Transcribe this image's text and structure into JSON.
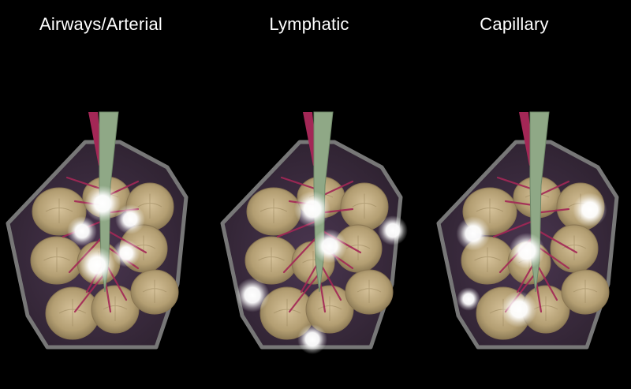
{
  "panels": [
    {
      "id": "airways-arterial",
      "title": "Airways/Arterial"
    },
    {
      "id": "lymphatic",
      "title": "Lymphatic"
    },
    {
      "id": "capillary",
      "title": "Capillary"
    }
  ],
  "colors": {
    "background": "#000000",
    "lobule_fill": "#3c2b3d",
    "lobule_border": "#777777",
    "alveolus": "#b9a47a",
    "airway": "#8fa886",
    "artery": "#a32756",
    "nodule": "#ffffff"
  }
}
